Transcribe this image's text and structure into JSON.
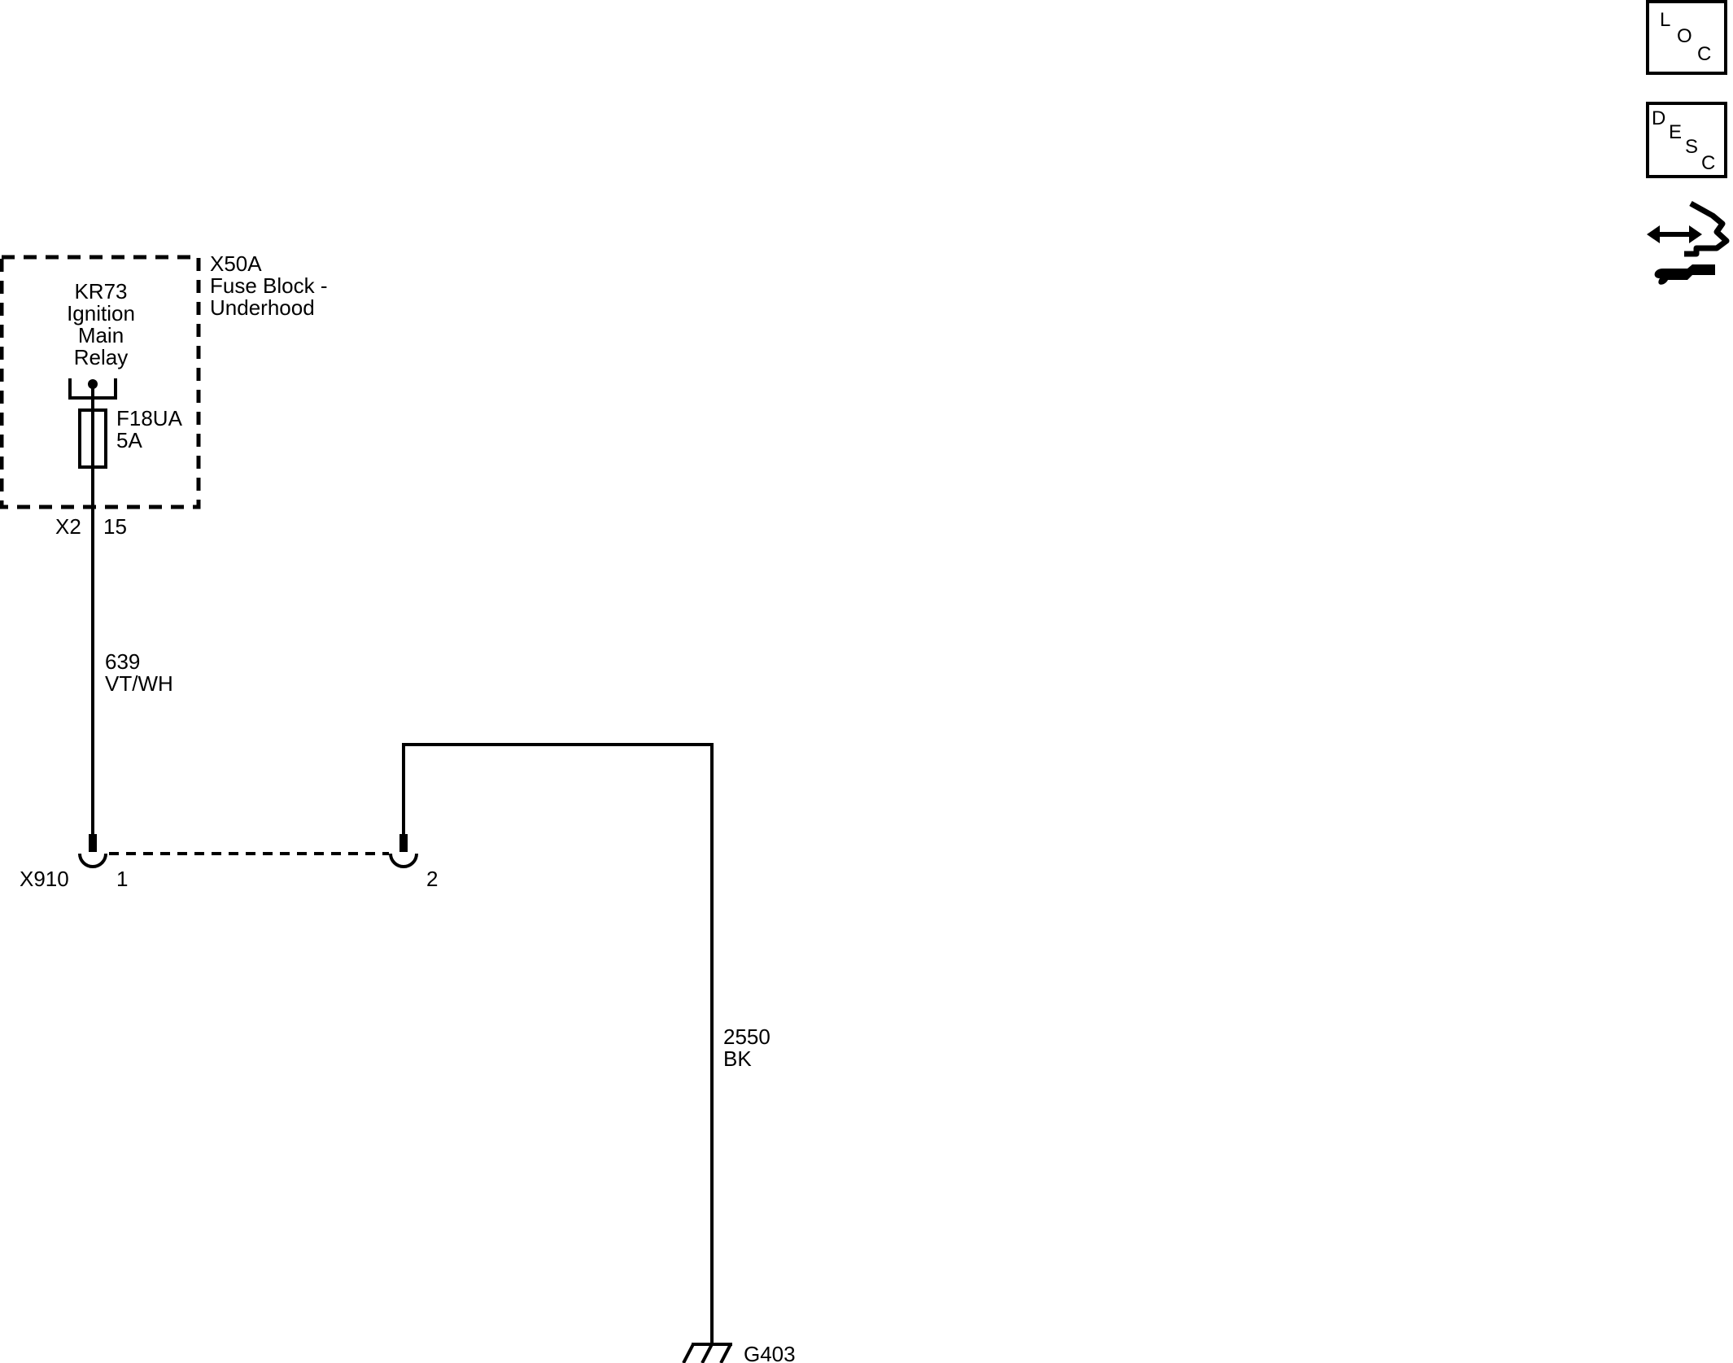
{
  "fuse_block": {
    "id": "X50A",
    "name_line1": "Fuse Block -",
    "name_line2": "Underhood",
    "connector": "X2",
    "pin": "15"
  },
  "relay": {
    "line1": "KR73",
    "line2": "Ignition",
    "line3": "Main",
    "line4": "Relay"
  },
  "fuse": {
    "id": "F18UA",
    "rating": "5A"
  },
  "wire_639": {
    "circuit": "639",
    "color": "VT/WH"
  },
  "connector_x910": {
    "id": "X910",
    "pin_a": "1",
    "pin_b": "2"
  },
  "wire_2550": {
    "circuit": "2550",
    "color": "BK"
  },
  "ground": {
    "id": "G403"
  },
  "icons": {
    "loc": {
      "l1": "L",
      "l2": "O",
      "l3": "C",
      "icon": "location-icon"
    },
    "desc": {
      "l1": "D",
      "l2": "E",
      "l3": "S",
      "l4": "C",
      "icon": "description-icon"
    },
    "connector_repair": {
      "icon": "connector-repair-icon"
    }
  }
}
